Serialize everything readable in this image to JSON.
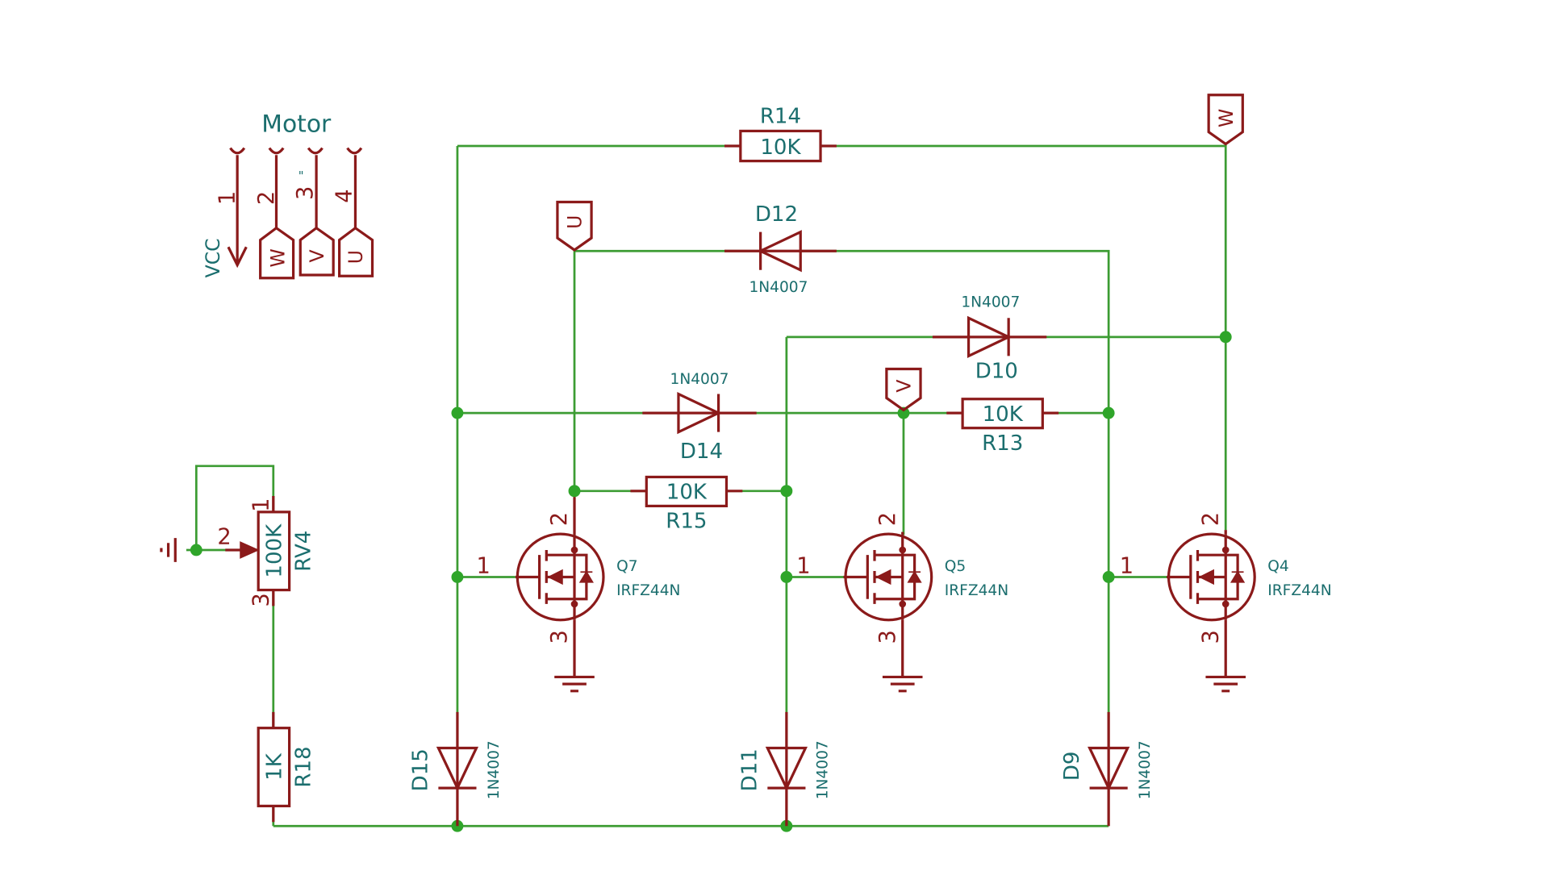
{
  "colors": {
    "wire": "#3c9c33",
    "component": "#8b1a1a",
    "label": "#1b6e6e",
    "junction": "#2fa52a"
  },
  "connector": {
    "title": "Motor",
    "pins": [
      "1",
      "2",
      "3",
      "4"
    ],
    "vcc": "VCC",
    "flags": [
      "W",
      "V",
      "U"
    ],
    "mark": "\""
  },
  "flags": {
    "w": "W",
    "u": "U",
    "v": "V"
  },
  "resistors": {
    "r14": {
      "ref": "R14",
      "value": "10K"
    },
    "r13": {
      "ref": "R13",
      "value": "10K"
    },
    "r15": {
      "ref": "R15",
      "value": "10K"
    },
    "r18": {
      "ref": "R18",
      "value": "1K"
    },
    "rv4": {
      "ref": "RV4",
      "value": "100K",
      "pins": [
        "1",
        "2",
        "3"
      ]
    }
  },
  "diodes": {
    "d12": {
      "ref": "D12",
      "part": "1N4007"
    },
    "d10": {
      "ref": "D10",
      "part": "1N4007"
    },
    "d14": {
      "ref": "D14",
      "part": "1N4007"
    },
    "d15": {
      "ref": "D15",
      "part": "1N4007"
    },
    "d11": {
      "ref": "D11",
      "part": "1N4007"
    },
    "d9": {
      "ref": "D9",
      "part": "1N4007"
    }
  },
  "mosfets": {
    "q7": {
      "ref": "Q7",
      "part": "IRFZ44N",
      "pins": [
        "1",
        "2",
        "3"
      ]
    },
    "q5": {
      "ref": "Q5",
      "part": "IRFZ44N",
      "pins": [
        "1",
        "2",
        "3"
      ]
    },
    "q4": {
      "ref": "Q4",
      "part": "IRFZ44N",
      "pins": [
        "1",
        "2",
        "3"
      ]
    }
  }
}
